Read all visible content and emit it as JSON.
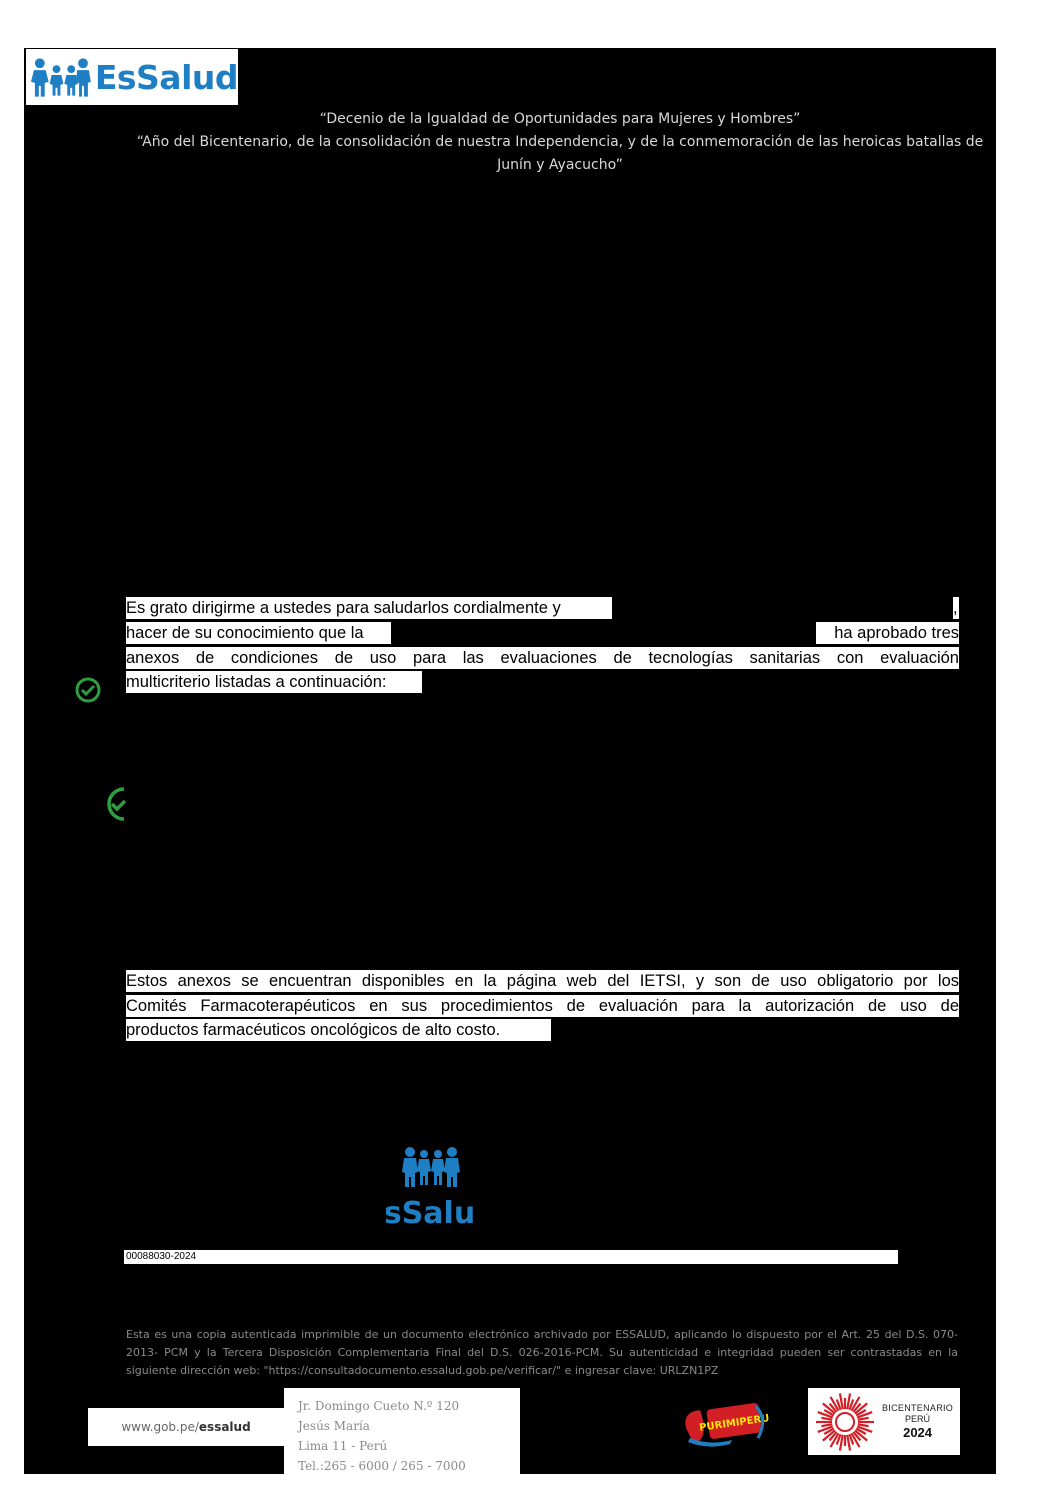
{
  "header": {
    "logo_text": "EsSalud",
    "decree_line1": "“Decenio de la Igualdad de Oportunidades para Mujeres y Hombres”",
    "decree_line2": "“Año del Bicentenario, de la consolidación de nuestra Independencia, y de la conmemoración de las heroicas batallas de",
    "decree_line3": "Junín y Ayacucho”"
  },
  "body": {
    "p1_line1": "Es grato dirigirme a ustedes para saludarlos cordialmente y",
    "p1_comma": ",",
    "p1_line2": "hacer de su conocimiento que la",
    "p1_line2_end": "ha aprobado tres",
    "p1_line3": "anexos de condiciones de uso para las evaluaciones de tecnologías sanitarias con evaluación",
    "p1_line4": "multicriterio listadas a continuación:",
    "p2_line1": "Estos anexos se encuentran disponibles en la página web del IETSI, y son de uso obligatorio por los",
    "p2_line2": "Comités Farmacoterapéuticos en sus procedimientos de evaluación para la autorización de uso de",
    "p2_line3": "productos farmacéuticos oncológicos de alto costo."
  },
  "seal": {
    "text": "EsSalud"
  },
  "registry_number": "00088030-2024",
  "authenticity_text": "Esta es una copia autenticada imprimible de un documento electrónico archivado por ESSALUD, aplicando lo dispuesto por el Art. 25 del D.S. 070-2013- PCM y la Tercera Disposición Complementaria Final del D.S. 026-2016-PCM. Su autenticidad e integridad pueden ser contrastadas en la siguiente dirección web: \"https://consultadocumento.essalud.gob.pe/verificar/\" e ingresar clave: URLZN1PZ",
  "footer": {
    "web_prefix": "www.gob.pe/",
    "web_bold": "essalud",
    "address_line1": "Jr. Domingo Cueto N.º 120",
    "address_line2": "Jesús María",
    "address_line3": "Lima 11 - Perú",
    "address_line4": "Tel.:265 - 6000 / 265 - 7000",
    "peru_logo_text": "PURIMIPERU",
    "bicentenario_line1": "BICENTENARIO",
    "bicentenario_line2": "PERÚ",
    "bicentenario_year": "2024"
  },
  "colors": {
    "brand_blue": "#1f7fc4",
    "check_green": "#2e9e3e",
    "peru_red": "#d21f26"
  }
}
